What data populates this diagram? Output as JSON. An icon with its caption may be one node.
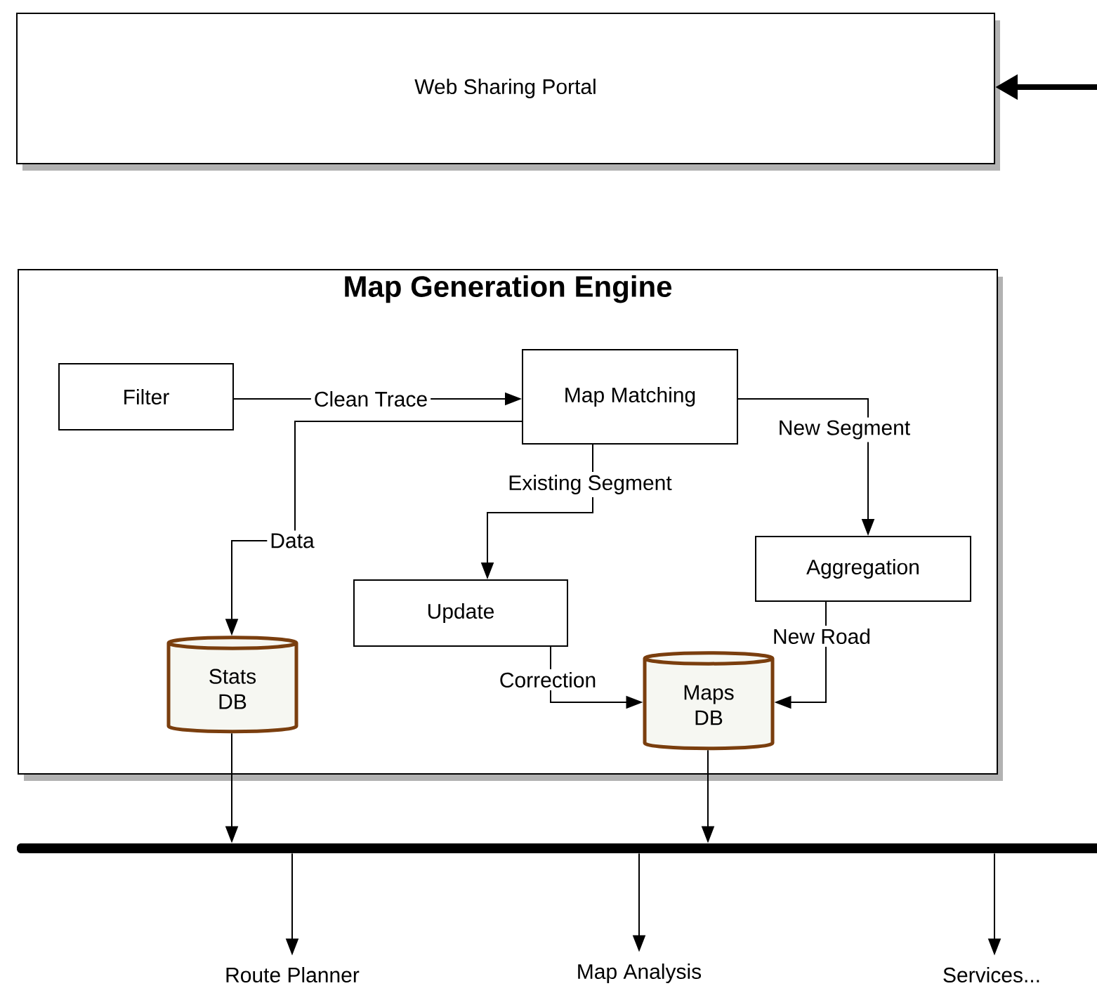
{
  "diagram": {
    "nodes": [
      {
        "text": [
          "Web Sharing Portal"
        ]
      },
      {
        "text": [
          "Map Generation Engine"
        ]
      },
      {
        "text": [
          "Filter"
        ],
        "in": 1
      },
      {
        "text": [
          "Map Matching"
        ],
        "in": 1
      },
      {
        "text": [
          "Aggregation"
        ],
        "in": 1
      },
      {
        "text": [
          "Update"
        ],
        "in": 1
      },
      {
        "text": [
          "Stats DB"
        ],
        "in": 1
      },
      {
        "text": [
          "Maps DB"
        ],
        "in": 1
      },
      {
        "text": [],
        "shape": "bar"
      },
      {
        "text": [
          "Route Planner"
        ]
      },
      {
        "text": [
          "Map Analysis"
        ]
      },
      {
        "text": [
          "Services..."
        ]
      }
    ],
    "edges": [
      {
        "from": null,
        "to": 0,
        "arrow": "to",
        "style": "thick"
      },
      {
        "from": 2,
        "to": 3,
        "arrow": "to",
        "label": "Clean Trace"
      },
      {
        "from": 3,
        "to": 6,
        "arrow": "to",
        "label": "Data"
      },
      {
        "from": 3,
        "to": 5,
        "arrow": "to",
        "label": "Existing Segment"
      },
      {
        "from": 3,
        "to": 4,
        "arrow": "to",
        "label": "New Segment"
      },
      {
        "from": 5,
        "to": 7,
        "arrow": "to",
        "label": "Correction"
      },
      {
        "from": 4,
        "to": 7,
        "arrow": "to",
        "label": "New Road"
      },
      {
        "from": 6,
        "to": 8,
        "arrow": "to"
      },
      {
        "from": 7,
        "to": 8,
        "arrow": "to"
      },
      {
        "from": 8,
        "to": 9,
        "arrow": "to"
      },
      {
        "from": 8,
        "to": 10,
        "arrow": "to"
      },
      {
        "from": 8,
        "to": 11,
        "arrow": "to"
      }
    ]
  }
}
